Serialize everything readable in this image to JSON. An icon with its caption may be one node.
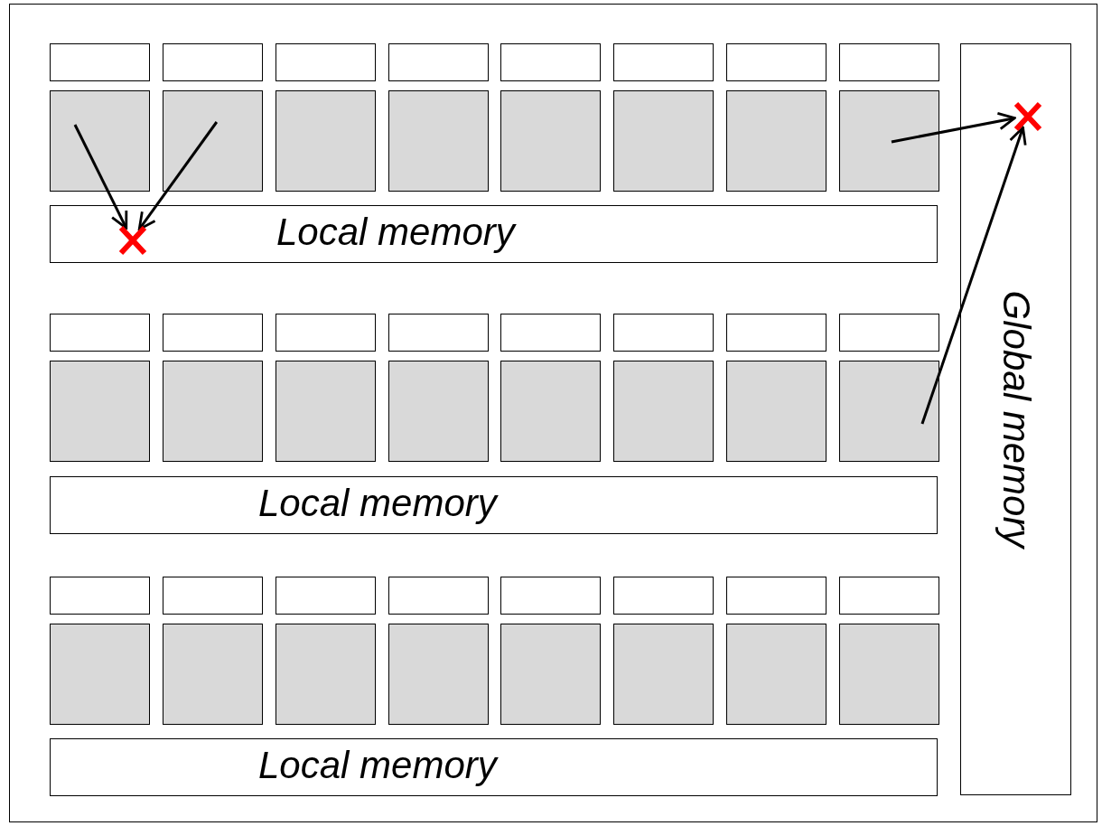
{
  "diagram": {
    "nodes": [
      {
        "text": [],
        "shape": "box"
      },
      {
        "text": [],
        "shape": "box"
      },
      {
        "text": [],
        "shape": "box"
      },
      {
        "text": [],
        "shape": "box"
      },
      {
        "text": [],
        "shape": "box"
      },
      {
        "text": [],
        "shape": "box"
      },
      {
        "text": [],
        "shape": "box"
      },
      {
        "text": [],
        "shape": "box"
      },
      {
        "text": [],
        "shape": "box"
      },
      {
        "text": [],
        "shape": "box"
      },
      {
        "text": [],
        "shape": "box"
      },
      {
        "text": [],
        "shape": "box"
      },
      {
        "text": [],
        "shape": "box"
      },
      {
        "text": [],
        "shape": "box"
      },
      {
        "text": [],
        "shape": "box"
      },
      {
        "text": [],
        "shape": "box"
      },
      {
        "text": [
          "Local memory"
        ]
      },
      {
        "text": [],
        "shape": "cross",
        "in": 16
      },
      {
        "text": [],
        "shape": "box"
      },
      {
        "text": [],
        "shape": "box"
      },
      {
        "text": [],
        "shape": "box"
      },
      {
        "text": [],
        "shape": "box"
      },
      {
        "text": [],
        "shape": "box"
      },
      {
        "text": [],
        "shape": "box"
      },
      {
        "text": [],
        "shape": "box"
      },
      {
        "text": [],
        "shape": "box"
      },
      {
        "text": [],
        "shape": "box"
      },
      {
        "text": [],
        "shape": "box"
      },
      {
        "text": [],
        "shape": "box"
      },
      {
        "text": [],
        "shape": "box"
      },
      {
        "text": [],
        "shape": "box"
      },
      {
        "text": [],
        "shape": "box"
      },
      {
        "text": [],
        "shape": "box"
      },
      {
        "text": [],
        "shape": "box"
      },
      {
        "text": [
          "Local memory"
        ]
      },
      {
        "text": [],
        "shape": "box"
      },
      {
        "text": [],
        "shape": "box"
      },
      {
        "text": [],
        "shape": "box"
      },
      {
        "text": [],
        "shape": "box"
      },
      {
        "text": [],
        "shape": "box"
      },
      {
        "text": [],
        "shape": "box"
      },
      {
        "text": [],
        "shape": "box"
      },
      {
        "text": [],
        "shape": "box"
      },
      {
        "text": [],
        "shape": "box"
      },
      {
        "text": [],
        "shape": "box"
      },
      {
        "text": [],
        "shape": "box"
      },
      {
        "text": [],
        "shape": "box"
      },
      {
        "text": [],
        "shape": "box"
      },
      {
        "text": [],
        "shape": "box"
      },
      {
        "text": [],
        "shape": "box"
      },
      {
        "text": [],
        "shape": "box"
      },
      {
        "text": [
          "Local memory"
        ]
      },
      {
        "text": [
          "Global memory"
        ]
      },
      {
        "text": [],
        "shape": "cross",
        "in": 52
      }
    ],
    "edges": [
      {
        "from": 8,
        "to": 17,
        "arrow": "to"
      },
      {
        "from": 9,
        "to": 17,
        "arrow": "to"
      },
      {
        "from": 15,
        "to": 53,
        "arrow": "to"
      },
      {
        "from": 33,
        "to": 53,
        "arrow": "to"
      }
    ]
  }
}
